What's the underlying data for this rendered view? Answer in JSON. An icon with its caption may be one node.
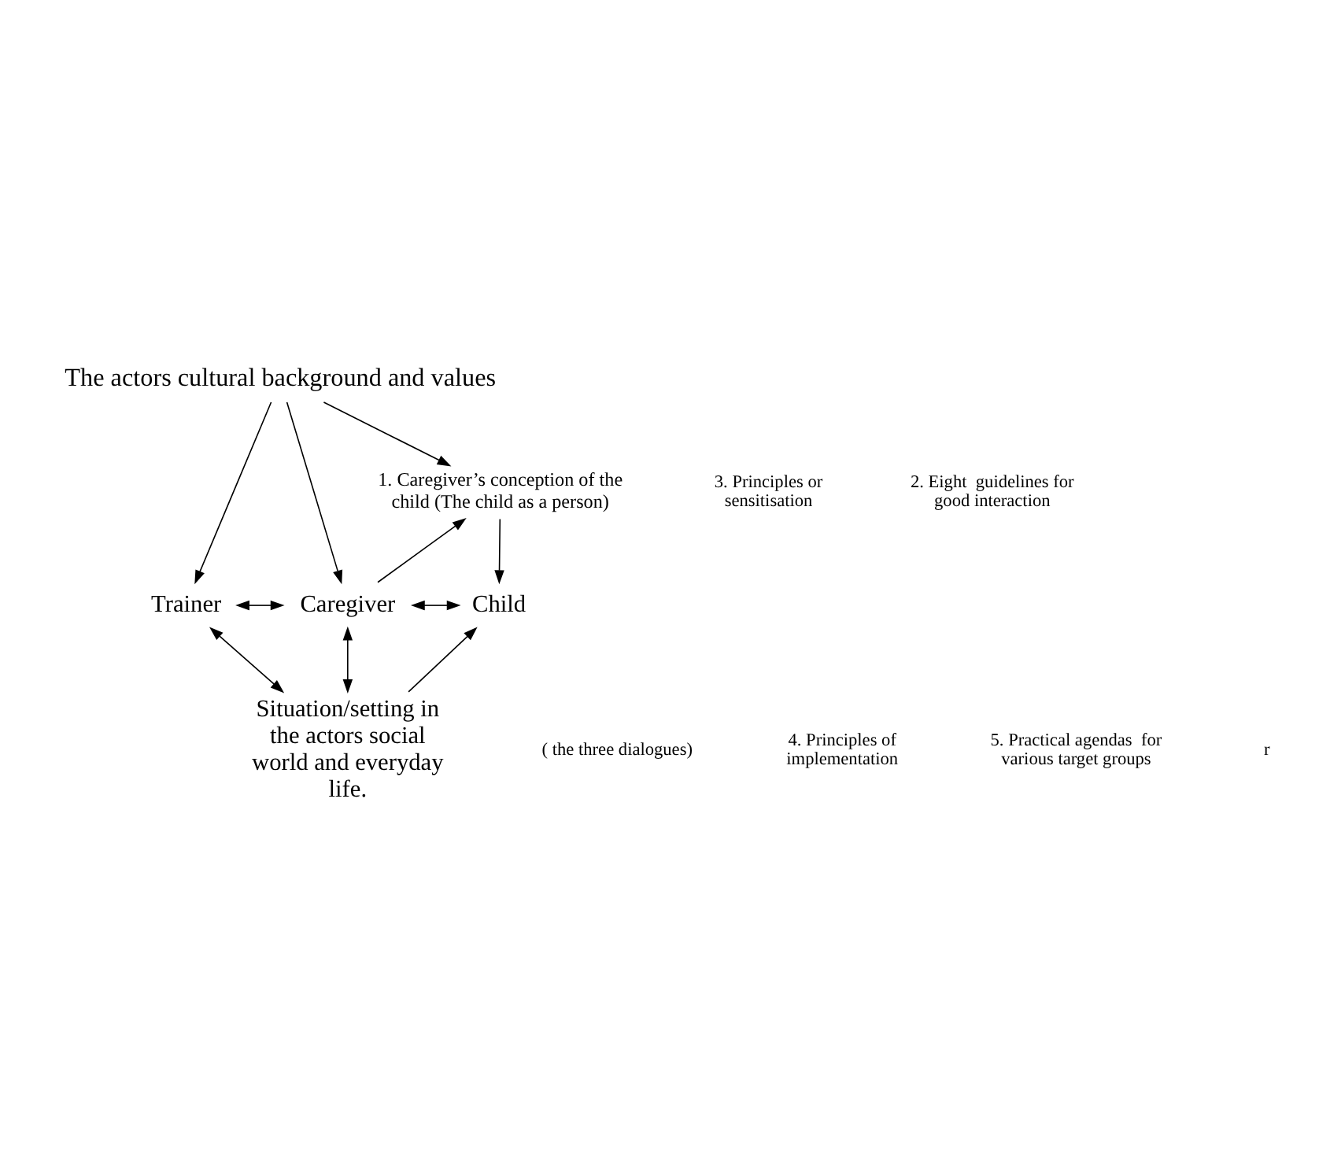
{
  "diagram": {
    "nodes": [
      {
        "text": [
          "The actors cultural background and values"
        ]
      },
      {
        "text": [
          "1. Caregiver’s conception of the child (The child as a person)"
        ]
      },
      {
        "text": [
          "Trainer"
        ]
      },
      {
        "text": [
          "Caregiver"
        ]
      },
      {
        "text": [
          "Child"
        ]
      },
      {
        "text": [
          "Situation/setting in the actors social world and everyday life."
        ]
      }
    ],
    "edges": [
      {
        "from": 0,
        "to": 2,
        "arrow": "to"
      },
      {
        "from": 0,
        "to": 3,
        "arrow": "to"
      },
      {
        "from": 0,
        "to": 1,
        "arrow": "to"
      },
      {
        "from": 3,
        "to": 1,
        "arrow": "to"
      },
      {
        "from": 1,
        "to": 4,
        "arrow": "to"
      },
      {
        "from": 2,
        "to": 3,
        "arrow": "both"
      },
      {
        "from": 3,
        "to": 4,
        "arrow": "both"
      },
      {
        "from": 3,
        "to": 5,
        "arrow": "both"
      },
      {
        "from": 2,
        "to": 5,
        "arrow": "both"
      },
      {
        "from": 5,
        "to": 4,
        "arrow": "to"
      }
    ],
    "labels": [
      "3. Principles or sensitisation",
      "2. Eight  guidelines for good interaction",
      "( the three dialogues)",
      "4. Principles of implementation",
      "5. Practical agendas  for various target groups",
      "r"
    ]
  }
}
